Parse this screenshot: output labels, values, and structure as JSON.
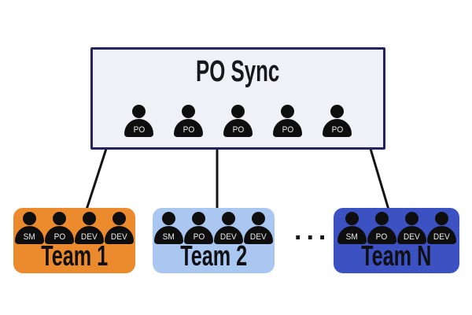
{
  "diagram": {
    "title": "PO Sync",
    "po_sync": {
      "members": [
        "PO",
        "PO",
        "PO",
        "PO",
        "PO"
      ]
    },
    "ellipsis": "...",
    "teams": [
      {
        "label": "Team 1",
        "color": "#EC8A2E",
        "members": [
          "SM",
          "PO",
          "DEV",
          "DEV"
        ]
      },
      {
        "label": "Team 2",
        "color": "#A9C7F0",
        "members": [
          "SM",
          "PO",
          "DEV",
          "DEV"
        ]
      },
      {
        "label": "Team N",
        "color": "#3C52C2",
        "members": [
          "SM",
          "PO",
          "DEV",
          "DEV"
        ]
      }
    ],
    "colors": {
      "background": "#FFFFFF",
      "po_box_fill": "#F0F1F6",
      "po_box_border": "#23245F",
      "icon_fill": "#0E0E0E",
      "icon_label_text": "#ECECEC",
      "connector_line": "#141414",
      "title_text": "#17171C",
      "team_label_text": "#101014",
      "team_orange": "#EC8A2E",
      "team_light_blue": "#A9C7F0",
      "team_royal_blue": "#3C52C2"
    }
  }
}
